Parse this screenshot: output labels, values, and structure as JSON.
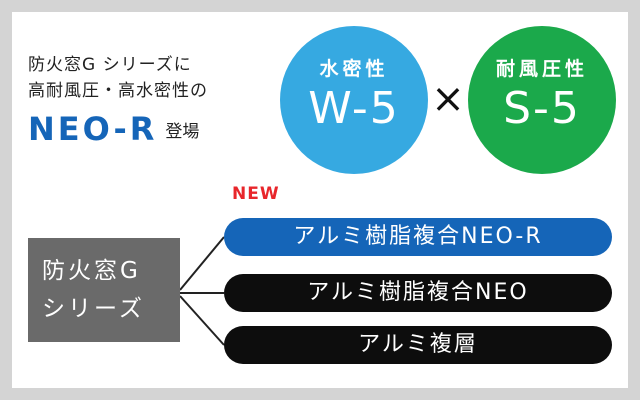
{
  "headline": {
    "line1": "防火窓G シリーズに",
    "line2": "高耐風圧・高水密性の",
    "product": "NEO-R",
    "debut": "登場"
  },
  "ratings": [
    {
      "label": "水密性",
      "value": "W-5",
      "color": "#36a9e1"
    },
    {
      "label": "耐風圧性",
      "value": "S-5",
      "color": "#1ba94b"
    }
  ],
  "times_symbol": "×",
  "new_badge": "NEW",
  "series_box": {
    "line1": "防火窓G",
    "line2": "シリーズ"
  },
  "products": [
    {
      "label": "アルミ樹脂複合NEO-R",
      "color": "#1565b8"
    },
    {
      "label": "アルミ樹脂複合NEO",
      "color": "#0d0d0d"
    },
    {
      "label": "アルミ複層",
      "color": "#0d0d0d"
    }
  ]
}
